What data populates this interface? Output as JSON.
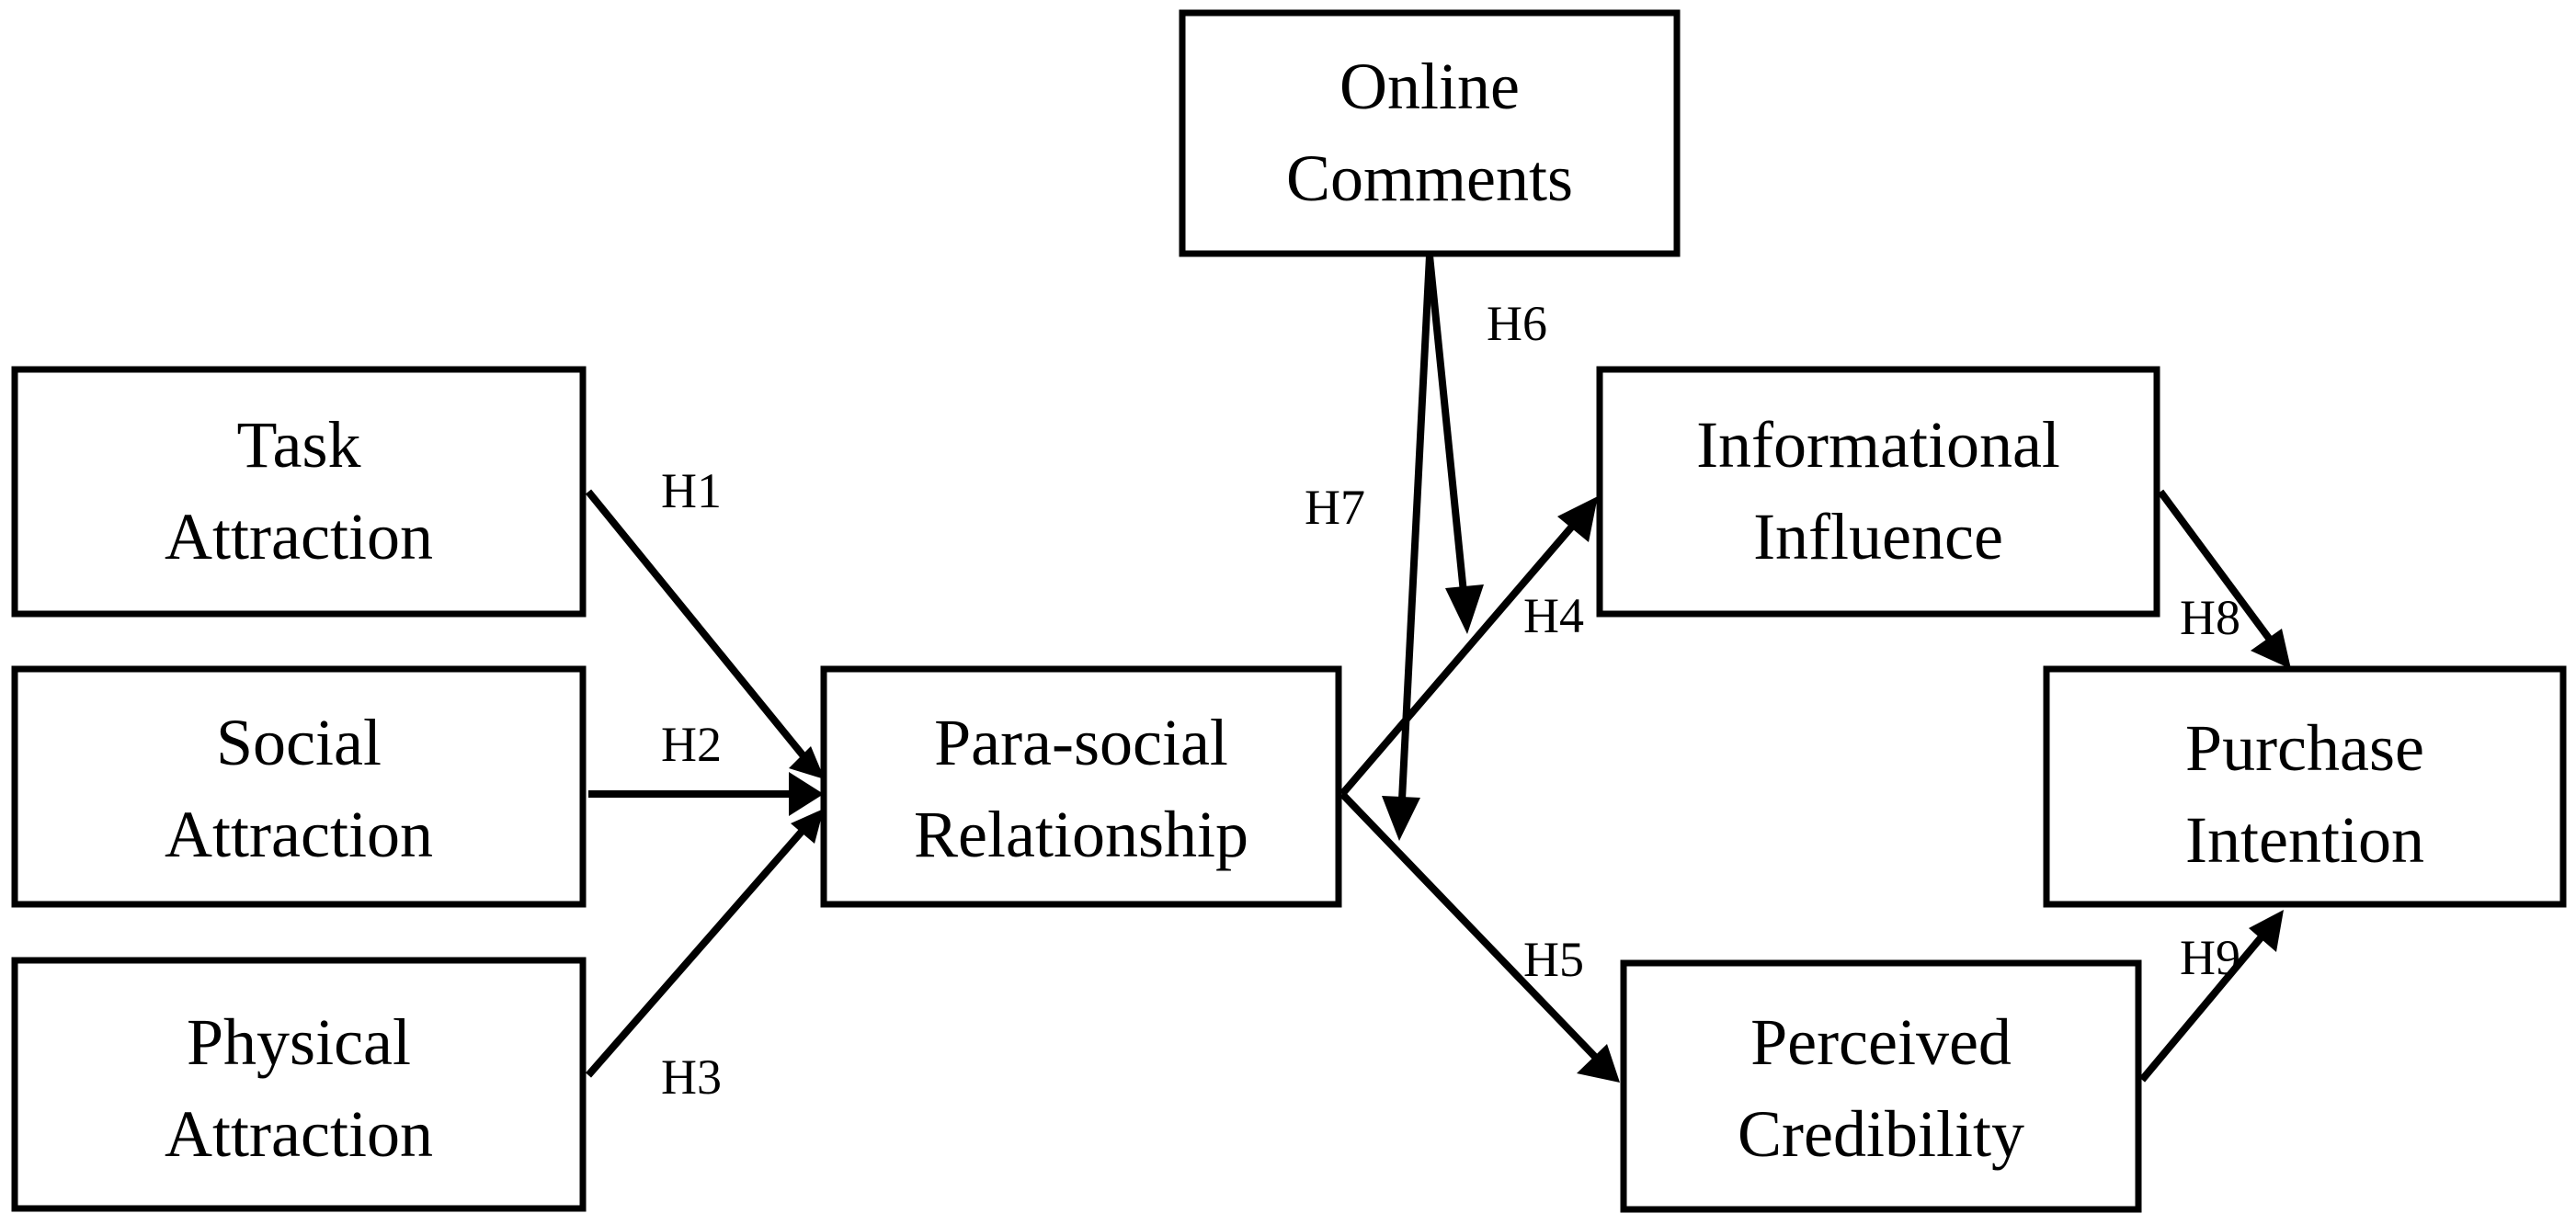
{
  "nodes": {
    "online_comments": {
      "line1": "Online",
      "line2": "Comments"
    },
    "task_attraction": {
      "line1": "Task",
      "line2": "Attraction"
    },
    "social_attraction": {
      "line1": "Social",
      "line2": "Attraction"
    },
    "physical_attraction": {
      "line1": "Physical",
      "line2": "Attraction"
    },
    "para_social": {
      "line1": "Para-social",
      "line2": "Relationship"
    },
    "informational_influence": {
      "line1": "Informational",
      "line2": "Influence"
    },
    "perceived_credibility": {
      "line1": "Perceived",
      "line2": "Credibility"
    },
    "purchase_intention": {
      "line1": "Purchase",
      "line2": "Intention"
    }
  },
  "hypotheses": {
    "h1": "H1",
    "h2": "H2",
    "h3": "H3",
    "h4": "H4",
    "h5": "H5",
    "h6": "H6",
    "h7": "H7",
    "h8": "H8",
    "h9": "H9"
  },
  "edges": [
    {
      "from": "Task Attraction",
      "to": "Para-social Relationship",
      "label": "H1"
    },
    {
      "from": "Social Attraction",
      "to": "Para-social Relationship",
      "label": "H2"
    },
    {
      "from": "Physical Attraction",
      "to": "Para-social Relationship",
      "label": "H3"
    },
    {
      "from": "Para-social Relationship",
      "to": "Informational Influence",
      "label": "H4"
    },
    {
      "from": "Para-social Relationship",
      "to": "Perceived Credibility",
      "label": "H5"
    },
    {
      "from": "Online Comments",
      "to": "H4 path",
      "label": "H6"
    },
    {
      "from": "Online Comments",
      "to": "H5 path",
      "label": "H7"
    },
    {
      "from": "Informational Influence",
      "to": "Purchase Intention",
      "label": "H8"
    },
    {
      "from": "Perceived Credibility",
      "to": "Purchase Intention",
      "label": "H9"
    }
  ],
  "colors": {
    "stroke": "#000000",
    "background": "#ffffff"
  }
}
